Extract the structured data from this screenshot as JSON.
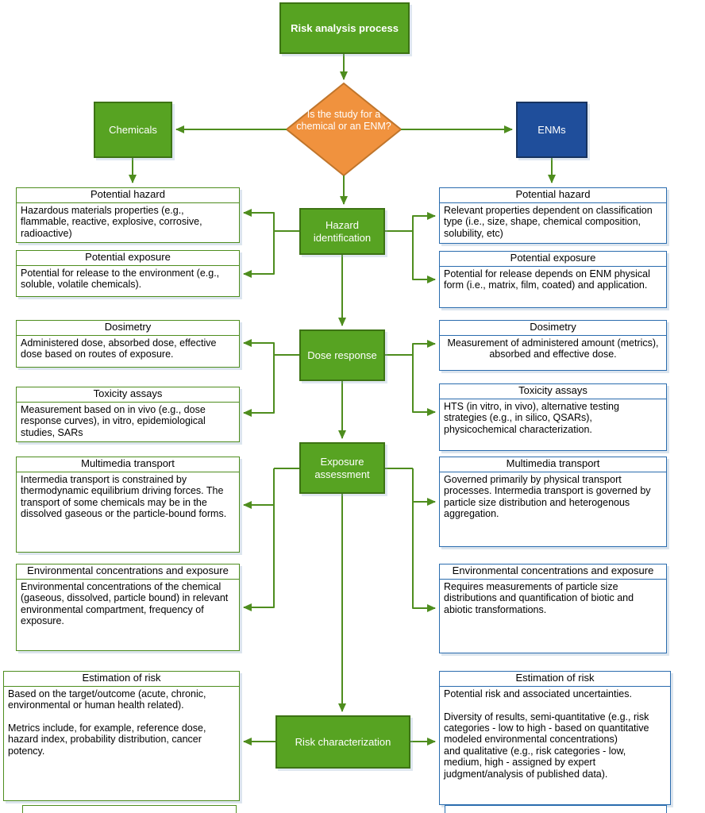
{
  "title": "Risk analysis process flowchart",
  "colors": {
    "node_green": "#57A322",
    "node_green_border": "#3D7314",
    "decision_orange": "#F0923E",
    "decision_orange_border": "#C0752B",
    "enm_blue": "#1F4E9B",
    "enm_blue_border": "#17335F",
    "left_border_green": "#4E8D1E",
    "right_border_blue": "#2A6CAE",
    "arrow_green": "#4E8D1E"
  },
  "nodes": {
    "start": "Risk analysis process",
    "decision": "Is the study for a chemical or an ENM?",
    "chemicals": "Chemicals",
    "enms": "ENMs",
    "hazard_identification": "Hazard identification",
    "dose_response": "Dose response",
    "exposure_assessment": "Exposure assessment",
    "risk_characterization": "Risk characterization"
  },
  "left_boxes": [
    {
      "title": "Potential hazard",
      "body": "Hazardous materials properties (e.g., flammable, reactive, explosive, corrosive, radioactive)"
    },
    {
      "title": "Potential exposure",
      "body": "Potential for release to the environment (e.g., soluble, volatile chemicals)."
    },
    {
      "title": "Dosimetry",
      "body": "Administered dose, absorbed dose, effective dose based on routes of exposure."
    },
    {
      "title": "Toxicity assays",
      "body": "Measurement based on in vivo (e.g., dose response curves), in vitro, epidemiological studies, SARs"
    },
    {
      "title": "Multimedia transport",
      "body": "Intermedia transport is constrained by thermodynamic equilibrium driving forces. The transport of some chemicals may be in the dissolved gaseous or the particle-bound forms."
    },
    {
      "title": "Environmental concentrations and exposure",
      "body": "Environmental concentrations of the chemical (gaseous, dissolved, particle bound) in relevant environmental compartment, frequency of exposure."
    },
    {
      "title": "Estimation of risk",
      "body": "Based on the target/outcome (acute, chronic, environmental or human health related).\n\nMetrics include, for example, reference dose, hazard index, probability distribution, cancer potency."
    }
  ],
  "right_boxes": [
    {
      "title": "Potential hazard",
      "body": "Relevant properties dependent on classification type (i.e., size, shape, chemical composition, solubility, etc)"
    },
    {
      "title": "Potential exposure",
      "body": "Potential for release depends on ENM physical form (i.e., matrix, film, coated) and application."
    },
    {
      "title": "Dosimetry",
      "body": "Measurement of administered amount (metrics), absorbed and effective dose."
    },
    {
      "title": "Toxicity assays",
      "body": "HTS (in vitro, in vivo), alternative testing strategies (e.g., in silico, QSARs), physicochemical characterization."
    },
    {
      "title": "Multimedia transport",
      "body": "Governed primarily by physical transport processes. Intermedia transport is governed by particle size distribution and heterogenous aggregation."
    },
    {
      "title": "Environmental concentrations and exposure",
      "body": "Requires measurements of particle size distributions and quantification of biotic and abiotic transformations."
    },
    {
      "title": "Estimation of risk",
      "body": "Potential risk and associated uncertainties.\n\nDiversity of results, semi-quantitative (e.g., risk categories - low to high - based on quantitative modeled environmental concentrations)\nand qualitative (e.g., risk categories - low, medium, high - assigned by expert judgment/analysis of published data)."
    }
  ]
}
